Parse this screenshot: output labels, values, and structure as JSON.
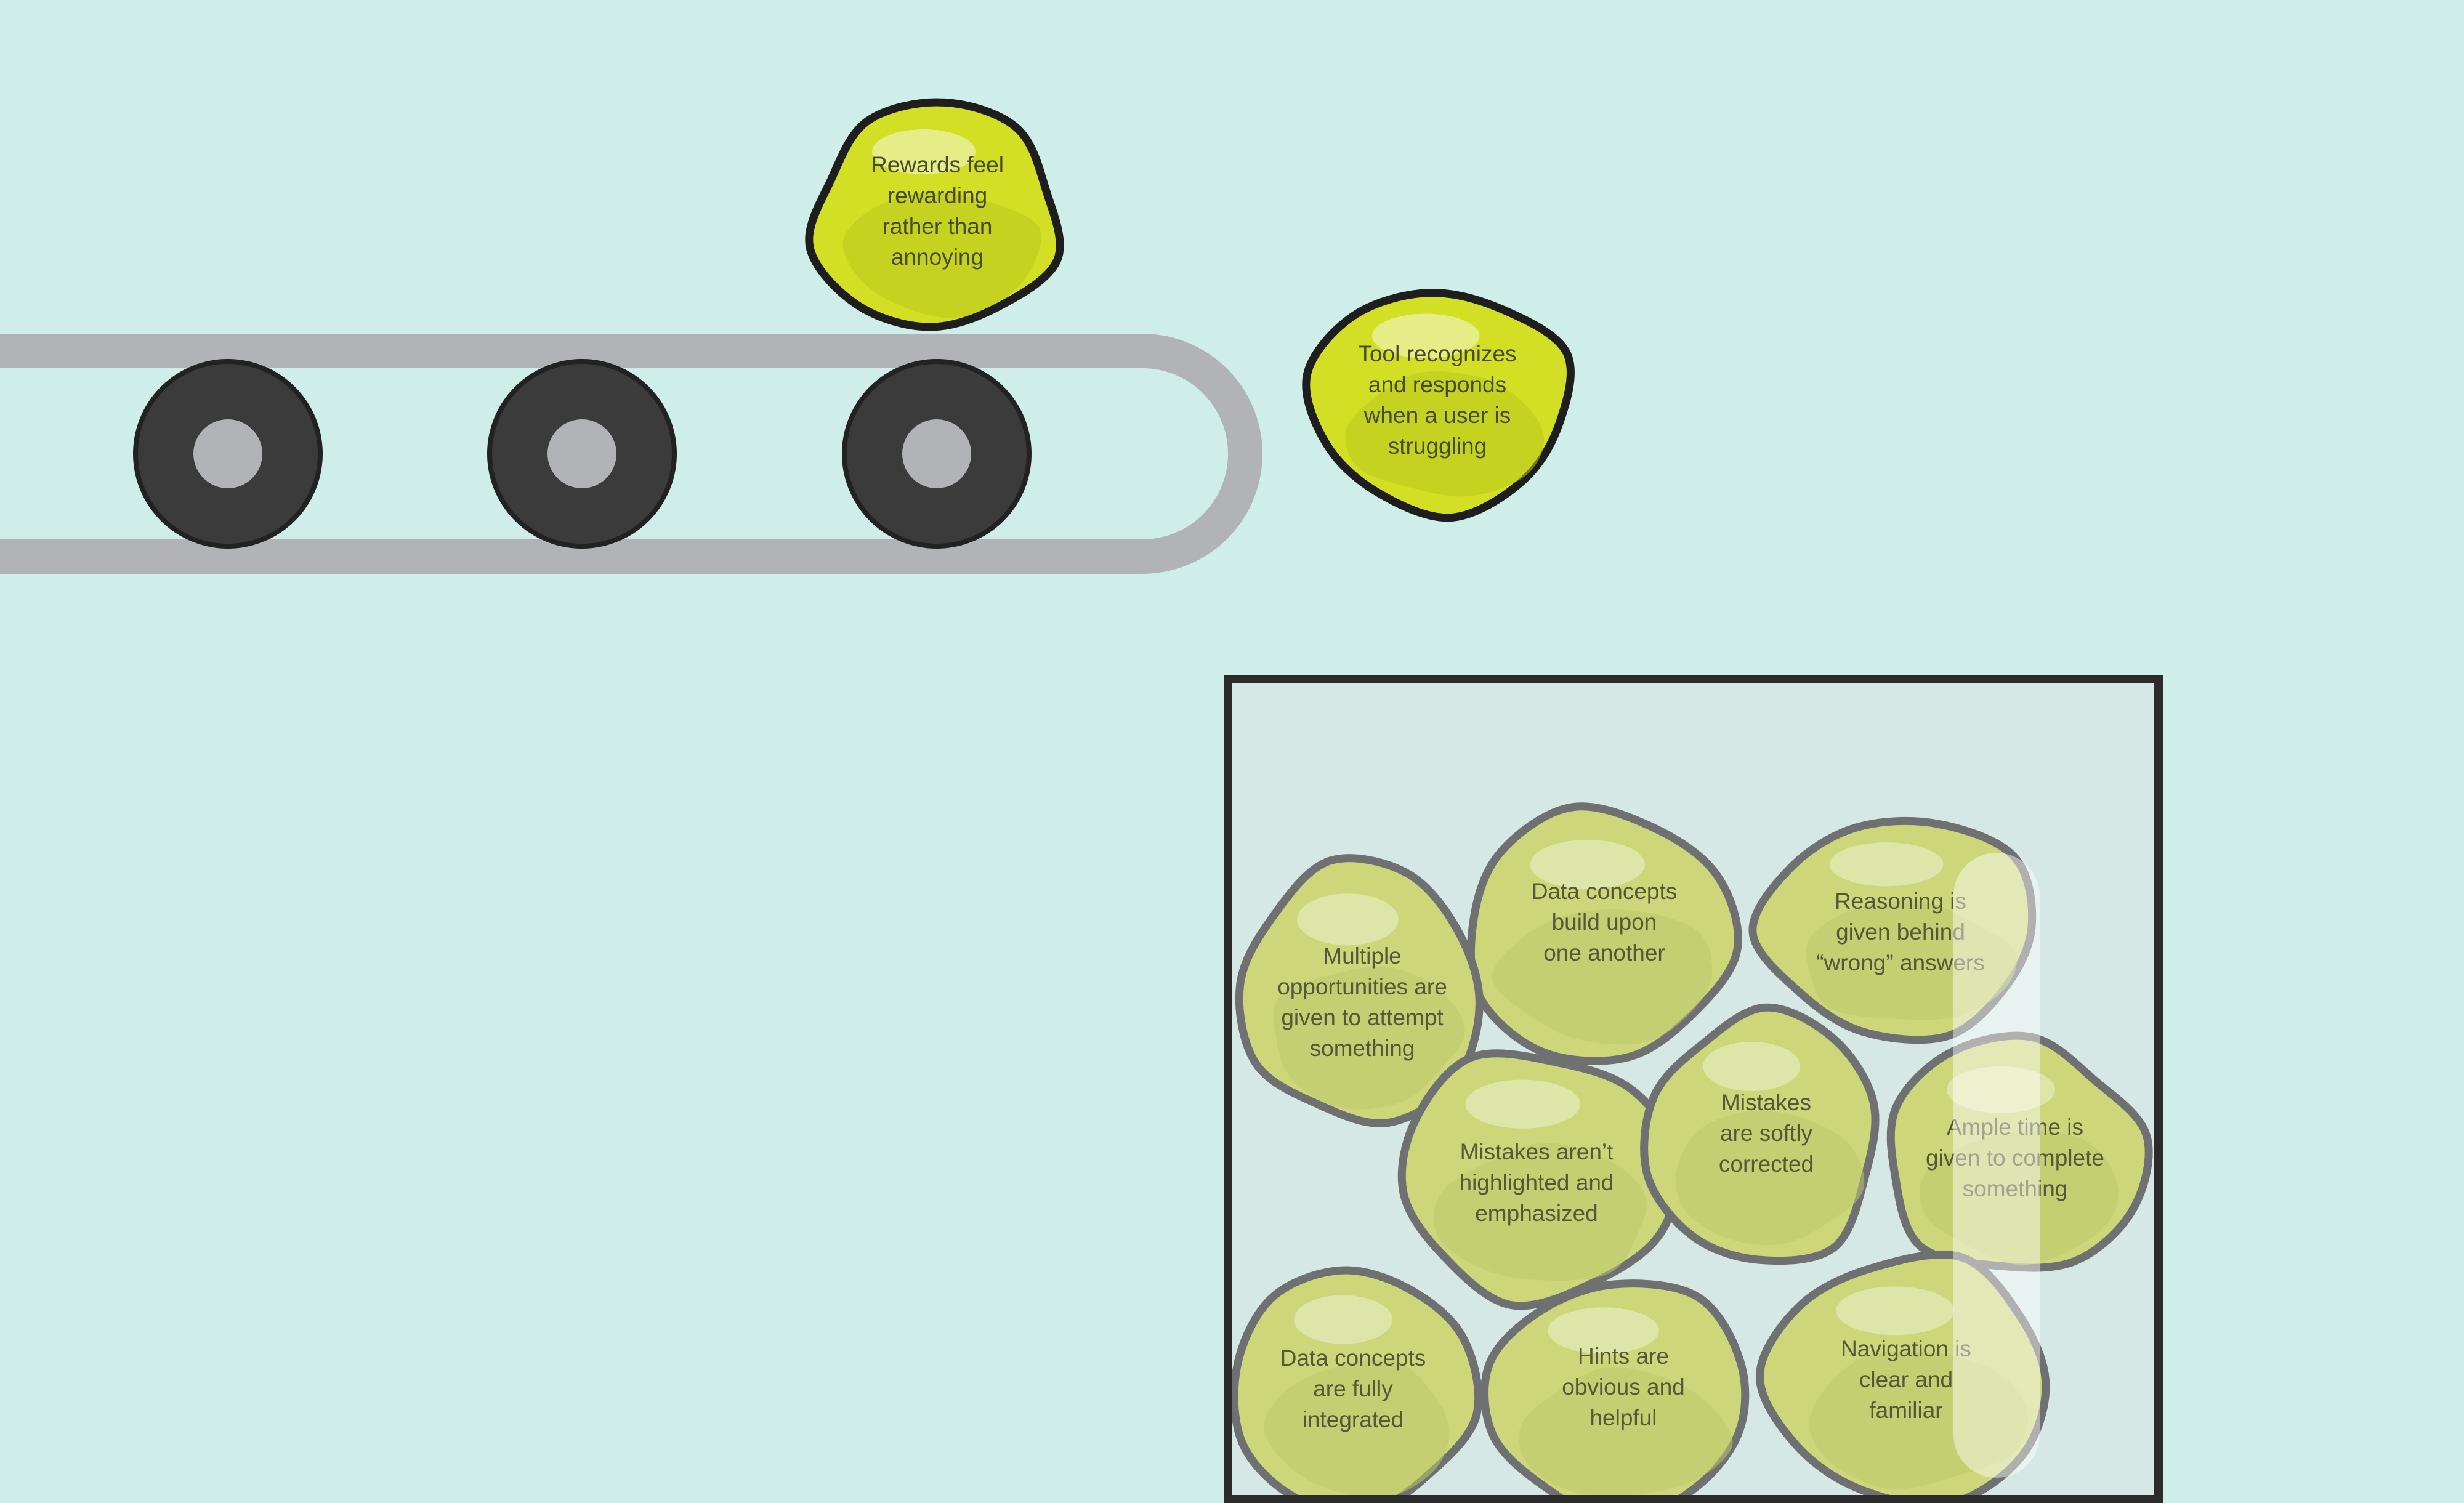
{
  "colors": {
    "background": "#cfeee9",
    "belt": "#b2b3b7",
    "wheel_outer": "#3b3b3b",
    "wheel_hub": "#b2b3b7",
    "bright_blob": "#d2df24",
    "bright_blob_shade": "#b9c61c",
    "bright_outline": "#1e1e1e",
    "jar_blob": "#cdd77a",
    "jar_blob_shade": "#bdc86a",
    "jar_outline": "#6f7072",
    "jar_glass": "#d6e8e6",
    "jar_frame": "#2b2b2b"
  },
  "falling_items": [
    {
      "id": "rewards",
      "lines": [
        "Rewards feel",
        "rewarding",
        "rather than",
        "annoying"
      ]
    },
    {
      "id": "struggling",
      "lines": [
        "Tool recognizes",
        "and responds",
        "when a user is",
        "struggling"
      ]
    }
  ],
  "jar_items": [
    {
      "id": "data-build",
      "lines": [
        "Data concepts",
        "build upon",
        "one another"
      ]
    },
    {
      "id": "reasoning",
      "lines": [
        "Reasoning is",
        "given behind",
        "“wrong” answers"
      ]
    },
    {
      "id": "multiple",
      "lines": [
        "Multiple",
        "opportunities are",
        "given to attempt",
        "something"
      ]
    },
    {
      "id": "mistakes-highlighted",
      "lines": [
        "Mistakes aren’t",
        "highlighted and",
        "emphasized"
      ]
    },
    {
      "id": "mistakes-soft",
      "lines": [
        "Mistakes",
        "are softly",
        "corrected"
      ]
    },
    {
      "id": "ample-time",
      "lines": [
        "Ample time is",
        "given to complete",
        "something"
      ]
    },
    {
      "id": "data-integrated",
      "lines": [
        "Data concepts",
        "are fully",
        "integrated"
      ]
    },
    {
      "id": "hints",
      "lines": [
        "Hints are",
        "obvious and",
        "helpful"
      ]
    },
    {
      "id": "navigation",
      "lines": [
        "Navigation is",
        "clear and",
        "familiar"
      ]
    }
  ]
}
